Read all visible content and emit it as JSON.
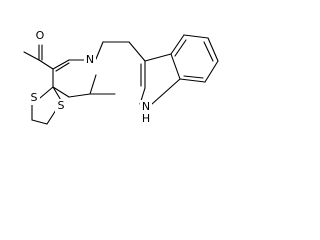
{
  "molecule": {
    "atoms": {
      "oxygen": "O",
      "nitrogen_ring": "N",
      "nitrogen_indole": "N",
      "hydrogen_indole": "H",
      "sulfur_top": "S",
      "sulfur_bottom": "S"
    },
    "colors": {
      "bond": "#000000",
      "label": "#000000",
      "background": "#ffffff"
    }
  }
}
